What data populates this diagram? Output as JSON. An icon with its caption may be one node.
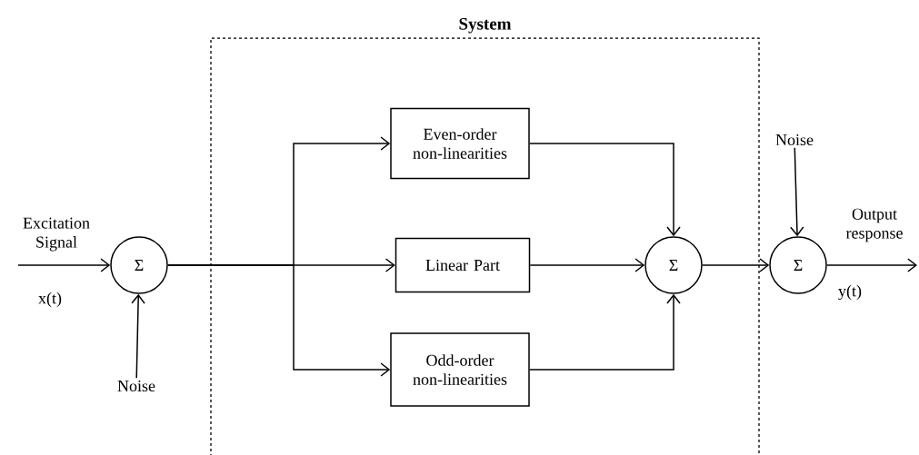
{
  "diagram": {
    "nodes": [
      {
        "text": [
          "System"
        ]
      },
      {
        "text": [
          "Σ"
        ]
      },
      {
        "text": [
          "Even-order non-linearities"
        ],
        "in": 0
      },
      {
        "text": [
          "Linear Part"
        ],
        "in": 0
      },
      {
        "text": [
          "Odd-order non-linearities"
        ],
        "in": 0
      },
      {
        "text": [
          "Σ"
        ],
        "in": 0
      },
      {
        "text": [
          "Σ"
        ]
      },
      {
        "text": [
          "Noise"
        ]
      },
      {
        "text": [
          "Noise"
        ]
      }
    ],
    "edges": [
      {
        "from": null,
        "to": 1,
        "arrow": "to",
        "label": "Excitation Signal"
      },
      {
        "from": 7,
        "to": 1,
        "arrow": "to"
      },
      {
        "from": 1,
        "to": 2,
        "arrow": "to"
      },
      {
        "from": 1,
        "to": 3,
        "arrow": "to"
      },
      {
        "from": 1,
        "to": 4,
        "arrow": "to"
      },
      {
        "from": 2,
        "to": 5,
        "arrow": "to"
      },
      {
        "from": 3,
        "to": 5,
        "arrow": "to"
      },
      {
        "from": 4,
        "to": 5,
        "arrow": "to"
      },
      {
        "from": 5,
        "to": 6,
        "arrow": "to"
      },
      {
        "from": 8,
        "to": 6,
        "arrow": "to"
      },
      {
        "from": 6,
        "to": null,
        "arrow": "to",
        "label": "Output response"
      }
    ],
    "labels": [
      "x(t)",
      "y(t)"
    ]
  }
}
